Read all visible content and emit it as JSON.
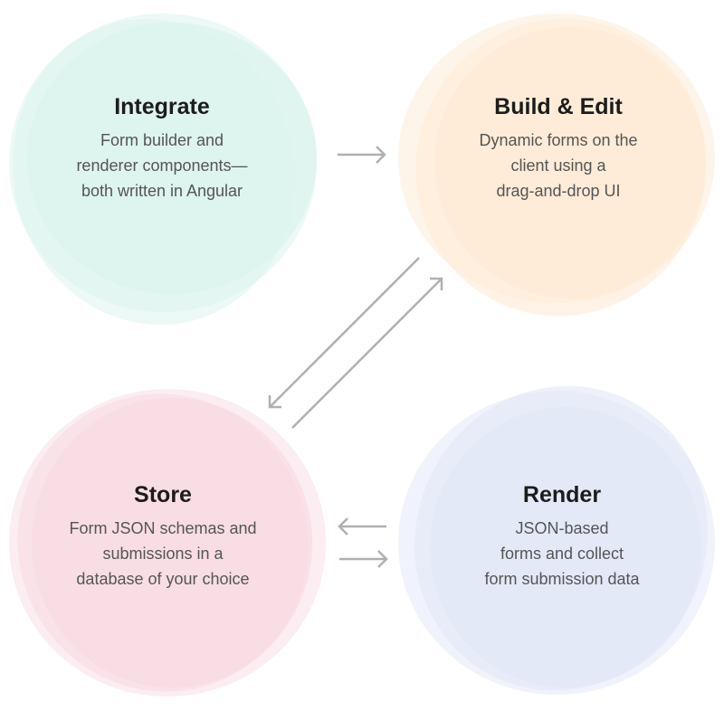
{
  "nodes": {
    "integrate": {
      "title": "Integrate",
      "lines": [
        "Form builder and",
        "renderer components—",
        "both written in Angular"
      ],
      "color": "#dcf4ee"
    },
    "build": {
      "title": "Build & Edit",
      "lines": [
        "Dynamic forms on the",
        "client using a",
        "drag-and-drop UI"
      ],
      "color": "#fdebd6"
    },
    "store": {
      "title": "Store",
      "lines": [
        "Form JSON schemas and",
        "submissions in a",
        "database of your choice"
      ],
      "color": "#f8dbe3"
    },
    "render": {
      "title": "Render",
      "lines": [
        "JSON-based",
        "forms and collect",
        "form submission data"
      ],
      "color": "#e1e8f7"
    }
  },
  "arrow_color": "#b0b0b0"
}
